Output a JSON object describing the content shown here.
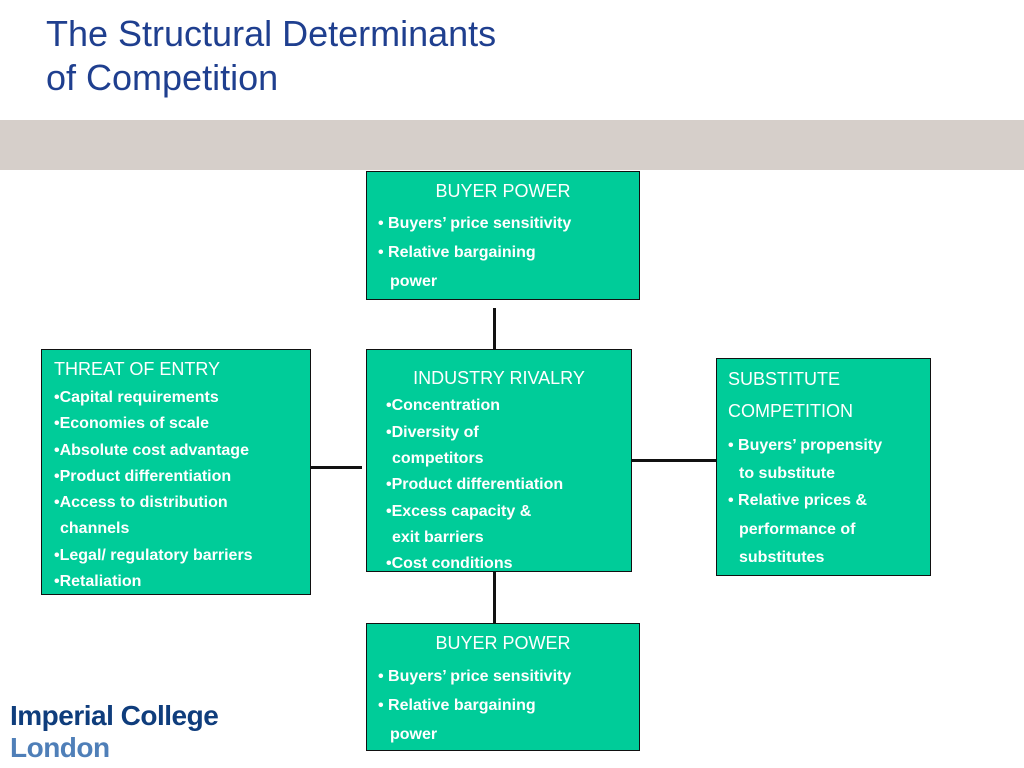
{
  "title": {
    "line1": "The Structural Determinants",
    "line2": "of Competition"
  },
  "buyer_power_top": {
    "heading": "BUYER POWER",
    "items": [
      "• Buyers’ price sensitivity",
      "• Relative bargaining",
      "power"
    ]
  },
  "industry_rivalry": {
    "heading": "INDUSTRY RIVALRY",
    "items": [
      "•Concentration",
      "•Diversity of",
      "competitors",
      "•Product differentiation",
      "•Excess capacity &",
      "exit barriers",
      "•Cost conditions"
    ]
  },
  "threat_of_entry": {
    "heading": "THREAT OF ENTRY",
    "items": [
      "•Capital requirements",
      "•Economies of scale",
      "•Absolute cost advantage",
      "•Product differentiation",
      "•Access to distribution",
      "channels",
      "•Legal/ regulatory barriers",
      "•Retaliation"
    ]
  },
  "substitute_competition": {
    "heading_line1": "SUBSTITUTE",
    "heading_line2": "COMPETITION",
    "items": [
      "• Buyers’ propensity",
      "to substitute",
      "• Relative prices &",
      "performance of",
      "substitutes"
    ]
  },
  "buyer_power_bottom": {
    "heading": "BUYER POWER",
    "items": [
      "• Buyers’ price sensitivity",
      "• Relative bargaining",
      "power"
    ]
  },
  "logo": {
    "line1": "Imperial College",
    "line2": "London"
  },
  "colors": {
    "title": "#1f3f8f",
    "box_fill": "#00cc99",
    "band": "#d6cfca",
    "logo_dark": "#0f3d7c",
    "logo_light": "#4f7fb8"
  }
}
